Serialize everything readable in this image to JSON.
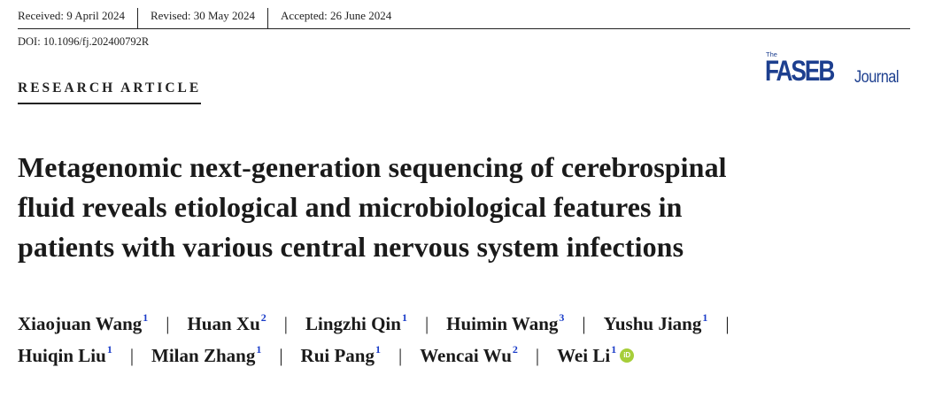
{
  "dates": {
    "received": "Received: 9 April 2024",
    "revised": "Revised: 30 May 2024",
    "accepted": "Accepted: 26 June 2024"
  },
  "doi": "DOI: 10.1096/fj.202400792R",
  "journal": {
    "the": "The",
    "name": "FASEB",
    "suffix": "Journal",
    "color": "#1d3f8f"
  },
  "article_type": "RESEARCH ARTICLE",
  "title_lines": [
    "Metagenomic next-generation sequencing of cerebrospinal",
    "fluid reveals etiological and microbiological features in",
    "patients with various central nervous system infections"
  ],
  "authors": [
    {
      "name": "Xiaojuan Wang",
      "aff": "1"
    },
    {
      "name": "Huan Xu",
      "aff": "2"
    },
    {
      "name": "Lingzhi Qin",
      "aff": "1"
    },
    {
      "name": "Huimin Wang",
      "aff": "3"
    },
    {
      "name": "Yushu Jiang",
      "aff": "1"
    },
    {
      "name": "Huiqin Liu",
      "aff": "1"
    },
    {
      "name": "Milan Zhang",
      "aff": "1"
    },
    {
      "name": "Rui Pang",
      "aff": "1"
    },
    {
      "name": "Wencai Wu",
      "aff": "2"
    },
    {
      "name": "Wei Li",
      "aff": "1"
    }
  ],
  "separator": "|",
  "orcid_label": "iD",
  "colors": {
    "affiliation_link": "#1a3cc8",
    "orcid": "#a6ce39"
  }
}
